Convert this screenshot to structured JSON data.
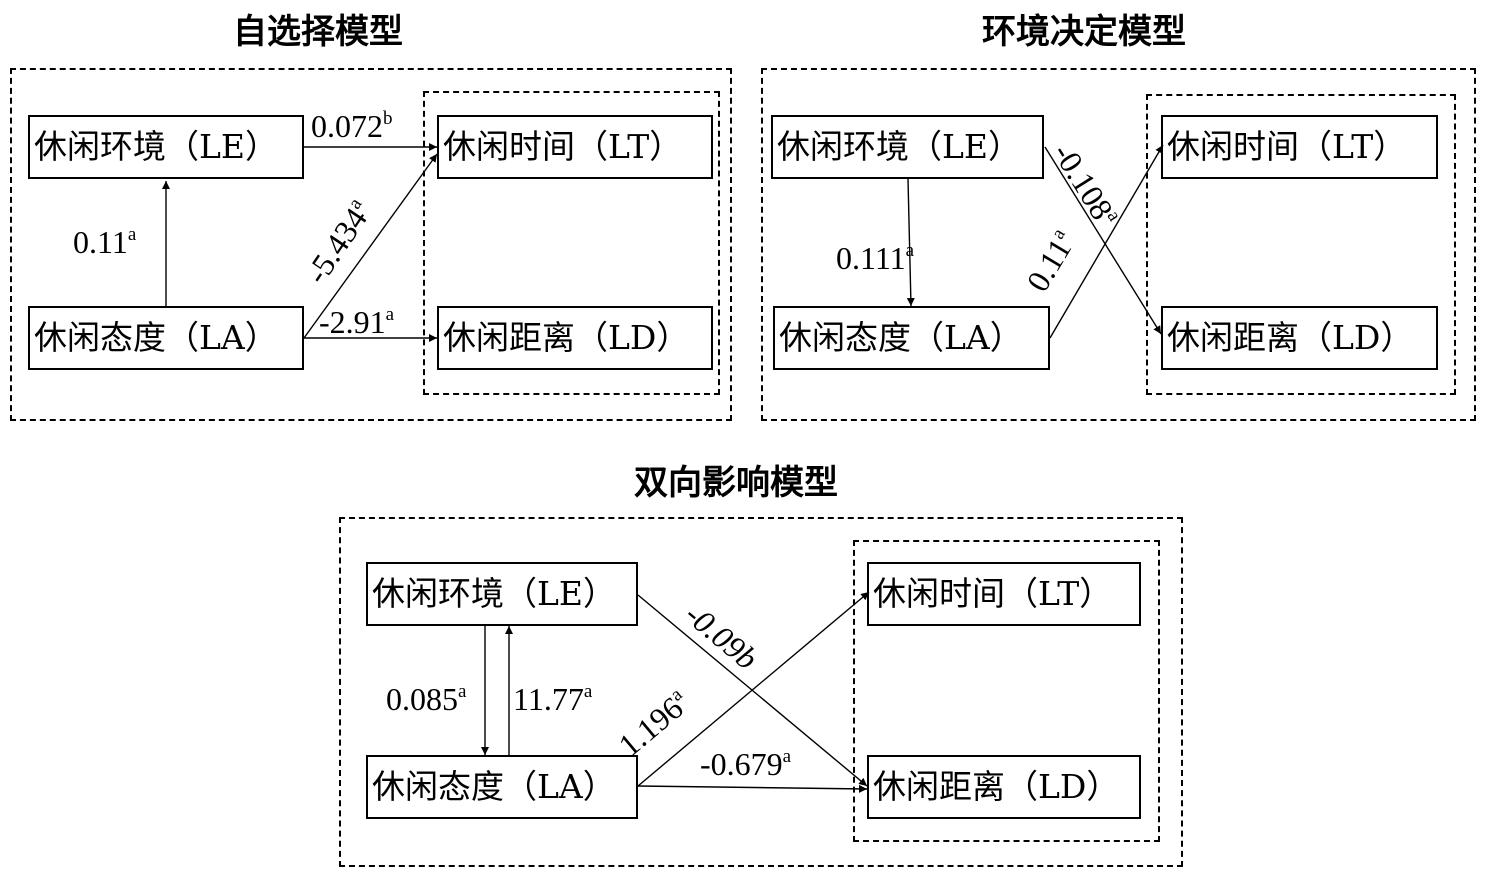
{
  "models": [
    {
      "title": "自选择模型",
      "nodes": {
        "le": "休闲环境（LE）",
        "la": "休闲态度（LA）",
        "lt": "休闲时间（LT）",
        "ld": "休闲距离（LD）"
      },
      "paths": [
        {
          "from": "LA",
          "to": "LE",
          "coef": "0.11",
          "sig": "a"
        },
        {
          "from": "LE",
          "to": "LT",
          "coef": "0.072",
          "sig": "b"
        },
        {
          "from": "LA",
          "to": "LT",
          "coef": "-5.434",
          "sig": "a"
        },
        {
          "from": "LA",
          "to": "LD",
          "coef": "-2.91",
          "sig": "a"
        }
      ]
    },
    {
      "title": "环境决定模型",
      "nodes": {
        "le": "休闲环境（LE）",
        "la": "休闲态度（LA）",
        "lt": "休闲时间（LT）",
        "ld": "休闲距离（LD）"
      },
      "paths": [
        {
          "from": "LE",
          "to": "LA",
          "coef": "0.111",
          "sig": "a"
        },
        {
          "from": "LE",
          "to": "LD",
          "coef": "-0.108",
          "sig": "a"
        },
        {
          "from": "LA",
          "to": "LT",
          "coef": "0.11",
          "sig": "a"
        }
      ]
    },
    {
      "title": "双向影响模型",
      "nodes": {
        "le": "休闲环境（LE）",
        "la": "休闲态度（LA）",
        "lt": "休闲时间（LT）",
        "ld": "休闲距离（LD）"
      },
      "paths": [
        {
          "from": "LE",
          "to": "LA",
          "coef": "0.085",
          "sig": "a"
        },
        {
          "from": "LA",
          "to": "LE",
          "coef": "11.77",
          "sig": "a"
        },
        {
          "from": "LE",
          "to": "LD",
          "coef": "-0.09",
          "sig": "b"
        },
        {
          "from": "LA",
          "to": "LT",
          "coef": "1.196",
          "sig": "a"
        },
        {
          "from": "LA",
          "to": "LD",
          "coef": "-0.679",
          "sig": "a"
        }
      ]
    }
  ]
}
